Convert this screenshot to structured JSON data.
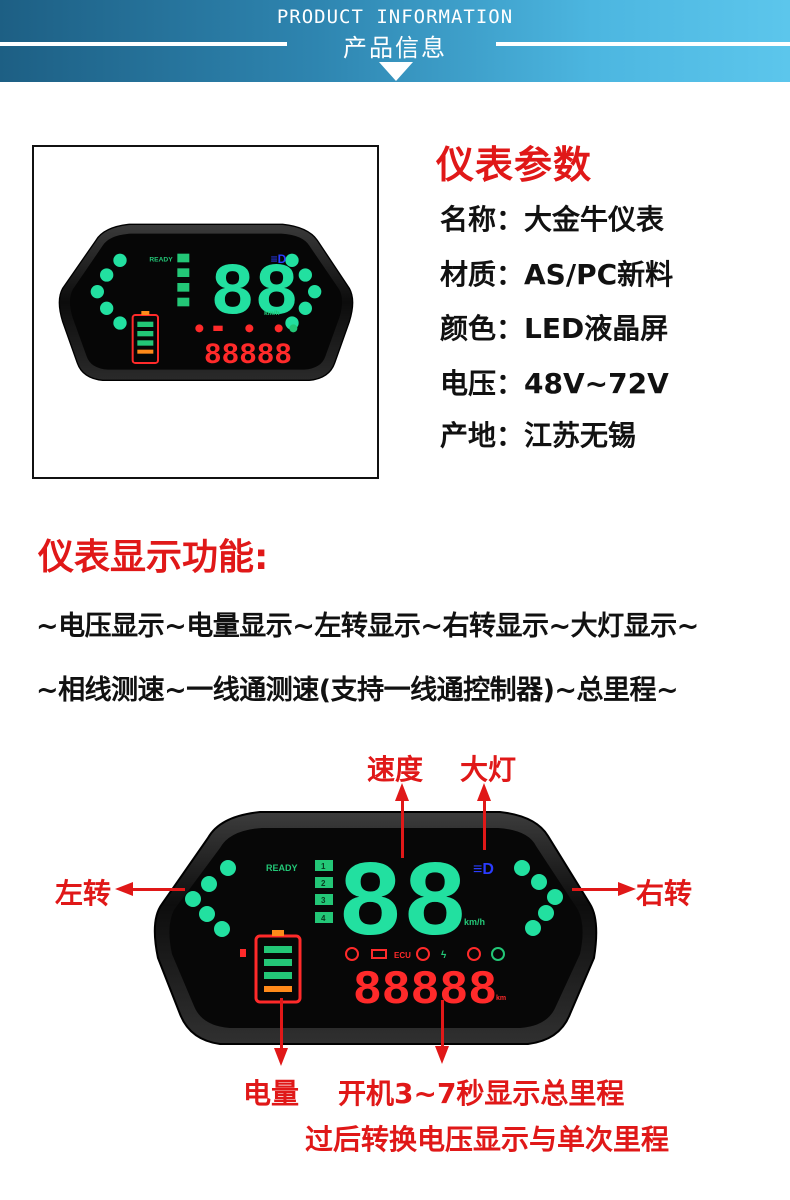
{
  "header": {
    "title_en": "PRODUCT INFORMATION",
    "title_cn": "产品信息"
  },
  "params": {
    "title": "仪表参数",
    "items": [
      {
        "label": "名称：",
        "value": "大金牛仪表"
      },
      {
        "label": "材质：",
        "value": "AS/PC新料"
      },
      {
        "label": "颜色：",
        "value": "LED液晶屏"
      },
      {
        "label": "电压：",
        "value": "48V~72V"
      },
      {
        "label": "产地：",
        "value": "江苏无锡"
      }
    ]
  },
  "functions": {
    "title": "仪表显示功能:",
    "line1": "~电压显示~电量显示~左转显示~右转显示~大灯显示~",
    "line2": "~相线测速~一线通测速(支持一线通控制器)~总里程~"
  },
  "meter": {
    "ready": "READY",
    "gears": [
      "1",
      "2",
      "3",
      "4"
    ],
    "speed_digits": "88",
    "speed_unit": "km/h",
    "odo_digits": "88888",
    "odo_unit": "km",
    "ecu": "ECU",
    "colors": {
      "green": "#22e0a0",
      "gear_green": "#23c777",
      "red": "#ff2a2a",
      "blue": "#2a3cff",
      "amber": "#ff8a1a"
    }
  },
  "callouts": {
    "speed": "速度",
    "headlight": "大灯",
    "left_turn": "左转",
    "right_turn": "右转",
    "battery": "电量",
    "odo_line1": "开机3~7秒显示总里程",
    "odo_line2": "过后转换电压显示与单次里程"
  }
}
